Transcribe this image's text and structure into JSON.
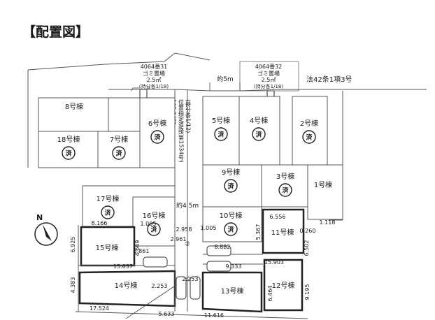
{
  "title": "【配置図】",
  "labels": {
    "lot_31_number": "4064番31",
    "lot_31_name": "ゴミ置場",
    "lot_31_area": "2.5㎡",
    "lot_31_share": "(持分各1/18)",
    "lot_32_number": "4064番32",
    "lot_32_name": "ゴミ置場",
    "lot_32_area": "2.5㎡",
    "lot_32_share": "(持分各1/18)",
    "road_width_5m": "約5m",
    "road_law": "法42条1項3号",
    "road_width_4_5m": "約4.5m",
    "road_designation": "位置指定道路(第1534号)",
    "road_area": "105.24㎡",
    "road_share": "(持分各1/12)",
    "circle_two": "②"
  },
  "buildings": [
    {
      "id": "b1",
      "name": "1号棟",
      "status": ""
    },
    {
      "id": "b2",
      "name": "2号棟",
      "status": "済"
    },
    {
      "id": "b3",
      "name": "3号棟",
      "status": "済"
    },
    {
      "id": "b4",
      "name": "4号棟",
      "status": "済"
    },
    {
      "id": "b5",
      "name": "5号棟",
      "status": "済"
    },
    {
      "id": "b6",
      "name": "6号棟",
      "status": "済"
    },
    {
      "id": "b7",
      "name": "7号棟",
      "status": "済"
    },
    {
      "id": "b8",
      "name": "8号棟",
      "status": ""
    },
    {
      "id": "b9",
      "name": "9号棟",
      "status": "済"
    },
    {
      "id": "b10",
      "name": "10号棟",
      "status": "済"
    },
    {
      "id": "b11",
      "name": "11号棟",
      "status": ""
    },
    {
      "id": "b12",
      "name": "12号棟",
      "status": ""
    },
    {
      "id": "b13",
      "name": "13号棟",
      "status": ""
    },
    {
      "id": "b14",
      "name": "14号棟",
      "status": ""
    },
    {
      "id": "b15",
      "name": "15号棟",
      "status": ""
    },
    {
      "id": "b16",
      "name": "16号棟",
      "status": "済"
    },
    {
      "id": "b17",
      "name": "17号棟",
      "status": "済"
    },
    {
      "id": "b18",
      "name": "18号棟",
      "status": "済"
    }
  ],
  "dimensions": [
    "8.166",
    "1.005",
    "5.861",
    "4.669",
    "2.958",
    "2.961",
    "1.005",
    "8.882",
    "5.367",
    "6.556",
    "0.260",
    "1.118",
    "6.502",
    "9.333",
    "15.903",
    "15.037",
    "6.925",
    "4.383",
    "2.253",
    "2.253",
    "17.524",
    "5.633",
    "11.616",
    "6.464",
    "9.195"
  ],
  "compass": {
    "label": "N"
  },
  "colors": {
    "line": "#1a1a1a",
    "lot_line": "#555555",
    "accent_outline": "#222222"
  }
}
